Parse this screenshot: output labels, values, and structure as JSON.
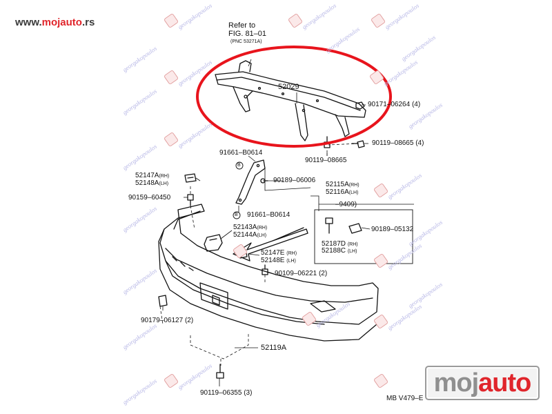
{
  "site_url": {
    "prefix": "www.",
    "accent": "mojauto",
    "suffix": ".rs"
  },
  "brand_logo": {
    "part1": "moj",
    "part2": "auto"
  },
  "watermark_text": "georgakopoulos",
  "labels": {
    "refer_to": "Refer to",
    "fig_ref": "FIG. 81–01",
    "pnc_ref": "(PNC 53271A)",
    "p52029": "52029",
    "p90171": "90171–06264 (4)",
    "p90119_08665_4": "90119–08665 (4)",
    "p90119_08665": "90119–08665",
    "p91661_top": "91661–B0614",
    "b_top": "B",
    "p90189_06006": "90189–06006",
    "p52147a": "52147A",
    "p52147a_side": "(RH)",
    "p52148a": "52148A",
    "p52148a_side": "(LH)",
    "p52115a": "52115A",
    "p52115a_side": "(RH)",
    "p52116a": "52116A",
    "p52116a_side": "(LH)",
    "p9409": "–9409)",
    "p90159": "90159–60450",
    "p91661_bottom": "91661–B0614",
    "b_bottom": "B",
    "p90189_05132": "90189–05132",
    "p52143a": "52143A",
    "p52143a_side": "(RH)",
    "p52144a": "52144A",
    "p52144a_side": "(LH)",
    "p52187d": "52187D",
    "p52187d_side": "(RH)",
    "p52188c": "52188C",
    "p52188c_side": "(LH)",
    "p52147e": "52147E",
    "p52147e_side": "(RH)",
    "p52148e": "52148E",
    "p52148e_side": "(LH)",
    "p90109": "90109–06221 (2)",
    "p90179": "90179–06127 (2)",
    "p52119a": "52119A",
    "p90119_06355": "90119–06355 (3)",
    "mb_code": "MB V479–E"
  },
  "colors": {
    "highlight": "#e8141c",
    "accent": "#e0252b",
    "watermark": "#b7b7e6"
  }
}
